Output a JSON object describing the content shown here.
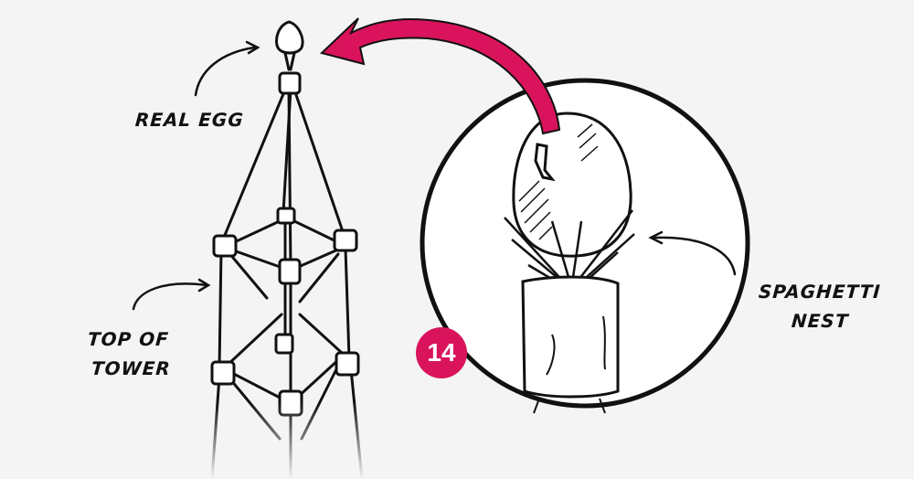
{
  "labels": {
    "real_egg": "REAL EGG",
    "top_of_tower_line1": "TOP OF",
    "top_of_tower_line2": "TOWER",
    "spaghetti_nest_line1": "SPAGHETTI",
    "spaghetti_nest_line2": "NEST"
  },
  "badge": {
    "number": "14"
  },
  "colors": {
    "background": "#f4f4f4",
    "accent": "#d9145c",
    "ink": "#111111",
    "circle_fill": "#ffffff"
  },
  "icons": {
    "curved_arrow": "curved-arrow-icon",
    "pointer_arrows": "hand-drawn-arrow-icon"
  }
}
